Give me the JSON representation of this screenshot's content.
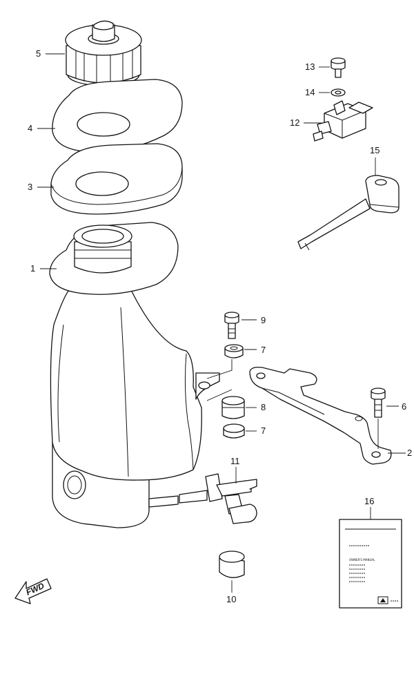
{
  "callouts": {
    "c1": "1",
    "c2": "2",
    "c3": "3",
    "c4": "4",
    "c5": "5",
    "c6": "6",
    "c7a": "7",
    "c7b": "7",
    "c8": "8",
    "c9": "9",
    "c10": "10",
    "c11": "11",
    "c12": "12",
    "c13": "13",
    "c14": "14",
    "c15": "15",
    "c16": "16"
  },
  "fwd_label": "FWD",
  "manual": {
    "title_text": "OWNER'S MANUAL"
  },
  "icons": {
    "direction": "fwd-arrow-icon"
  }
}
